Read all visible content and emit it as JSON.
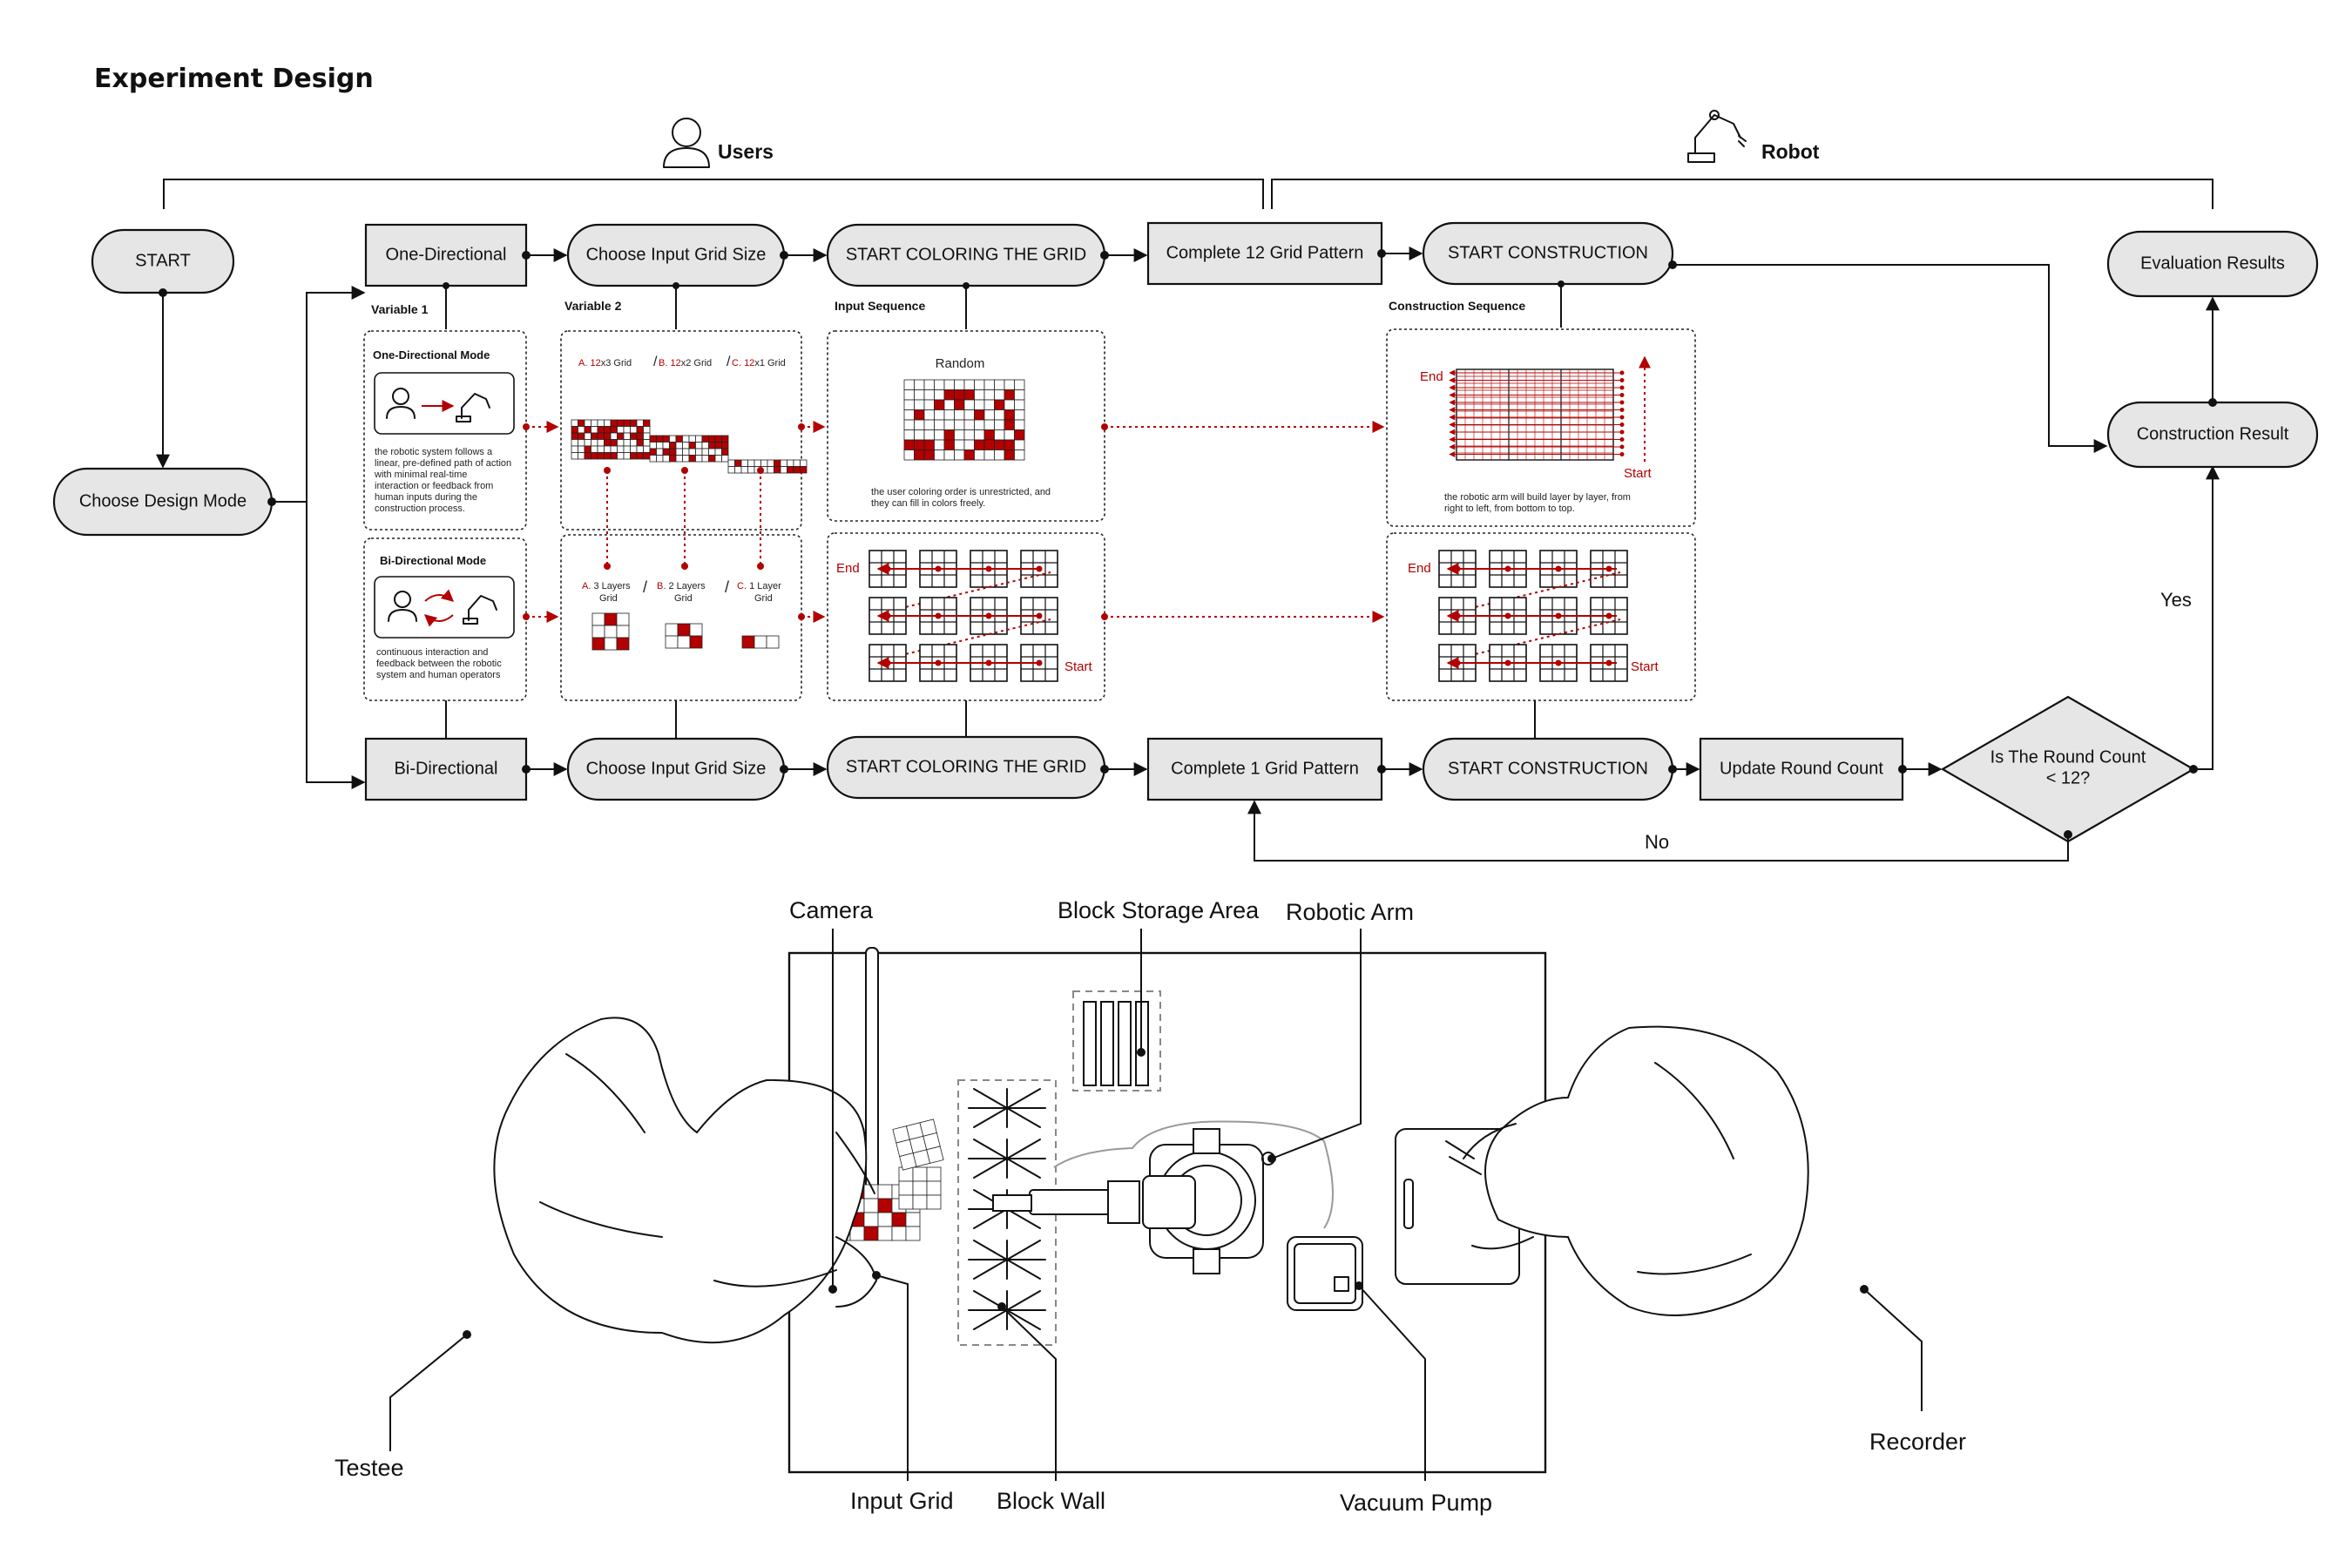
{
  "title": "Experiment Design",
  "actors": {
    "users": "Users",
    "robot": "Robot"
  },
  "nodes": {
    "start": "START",
    "choose_design_mode": "Choose Design Mode",
    "one_directional": "One-Directional",
    "bi_directional": "Bi-Directional",
    "choose_grid_top": "Choose Input Grid Size",
    "choose_grid_bottom": "Choose Input Grid Size",
    "coloring_top": "START COLORING THE GRID",
    "coloring_bottom": "START COLORING THE GRID",
    "complete_12": "Complete 12 Grid Pattern",
    "complete_1": "Complete 1 Grid Pattern",
    "construction_top": "START CONSTRUCTION",
    "construction_bottom": "START CONSTRUCTION",
    "update_round": "Update Round Count",
    "decision_line1": "Is The Round Count",
    "decision_line2": "< 12?",
    "construction_result": "Construction Result",
    "evaluation_results": "Evaluation Results",
    "yes": "Yes",
    "no": "No"
  },
  "section_labels": {
    "variable1": "Variable 1",
    "variable2": "Variable 2",
    "input_sequence": "Input Sequence",
    "construction_sequence": "Construction Sequence"
  },
  "modes": {
    "one_title": "One-Directional Mode",
    "one_desc": [
      "the robotic system follows a",
      "linear, pre-defined path of action",
      "with minimal real-time",
      "interaction or feedback from",
      "human inputs during the",
      "construction process."
    ],
    "bi_title": "Bi-Directional Mode",
    "bi_desc": [
      "continuous interaction and",
      "feedback between the robotic",
      "system and human operators"
    ]
  },
  "grid_options": {
    "a_prefix": "A.",
    "a_red": "12",
    "a_rest": "x3  Grid",
    "b_prefix": "B.",
    "b_red": "12",
    "b_rest": "x2 Grid",
    "c_prefix": "C.",
    "c_red": "12",
    "c_rest": "x1 Grid",
    "la_prefix": "A.",
    "la_rest": "3 Layers",
    "la_sub": "Grid",
    "lb_prefix": "B.",
    "lb_rest": "2 Layers",
    "lb_sub": "Grid",
    "lc_prefix": "C.",
    "lc_rest": "1 Layer",
    "lc_sub": "Grid"
  },
  "input_panel": {
    "random": "Random",
    "desc": [
      "the user coloring order is unrestricted, and",
      "they can fill in colors freely."
    ],
    "end": "End",
    "start": "Start"
  },
  "construction_panel": {
    "end": "End",
    "start": "Start",
    "desc": [
      "the robotic arm will build layer by layer, from",
      "right to left, from bottom to top."
    ],
    "end2": "End",
    "start2": "Start"
  },
  "setup_labels": {
    "camera": "Camera",
    "block_storage": "Block Storage Area",
    "robotic_arm": "Robotic Arm",
    "testee": "Testee",
    "input_grid": "Input Grid",
    "block_wall": "Block Wall",
    "vacuum_pump": "Vacuum Pump",
    "recorder": "Recorder"
  },
  "colors": {
    "accent_red": "#b30000",
    "node_fill": "#e6e6e6",
    "ink": "#111111"
  },
  "icons": [
    "user-icon",
    "robot-arm-icon"
  ]
}
